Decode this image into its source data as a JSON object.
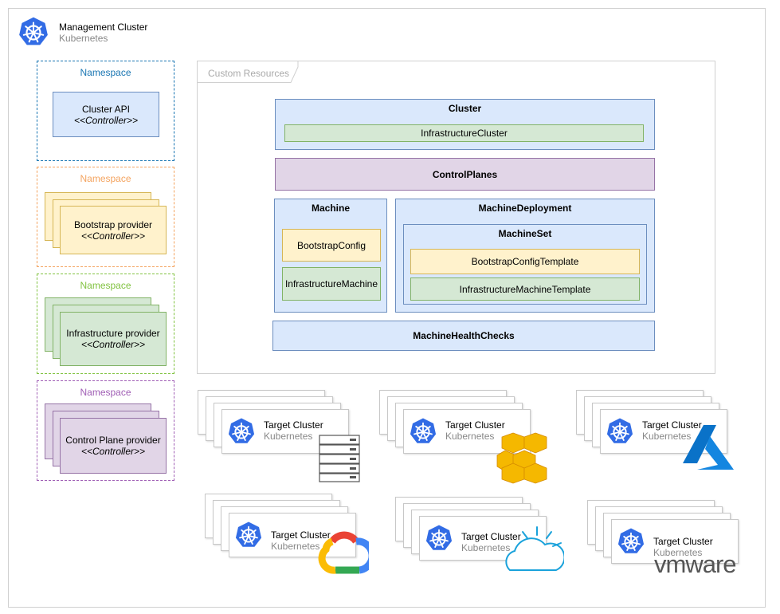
{
  "management": {
    "title": "Management Cluster",
    "subtitle": "Kubernetes"
  },
  "namespaces": [
    {
      "label": "Namespace",
      "name": "Cluster API",
      "role": "<<Controller>>",
      "color": "#1a76b3"
    },
    {
      "label": "Namespace",
      "name": "Bootstrap provider",
      "role": "<<Controller>>",
      "color": "#f4a460"
    },
    {
      "label": "Namespace",
      "name": "Infrastructure provider",
      "role": "<<Controller>>",
      "color": "#82c342"
    },
    {
      "label": "Namespace",
      "name": "Control Plane provider",
      "role": "<<Controller>>",
      "color": "#a05eb5"
    }
  ],
  "custom_resources": {
    "label": "Custom Resources",
    "cluster": {
      "title": "Cluster",
      "infra": "InfrastructureCluster"
    },
    "control_planes": "ControlPlanes",
    "machine": {
      "title": "Machine",
      "bootstrap": "BootstrapConfig",
      "infra": "InfrastructureMachine"
    },
    "machine_deployment": {
      "title": "MachineDeployment",
      "machine_set": "MachineSet",
      "bootstrap_template": "BootstrapConfigTemplate",
      "infra_template": "InfrastructureMachineTemplate"
    },
    "health_checks": "MachineHealthChecks"
  },
  "targets": [
    {
      "title": "Target Cluster",
      "subtitle": "Kubernetes",
      "provider_icon": "server-rack-icon"
    },
    {
      "title": "Target Cluster",
      "subtitle": "Kubernetes",
      "provider_icon": "aws-icon"
    },
    {
      "title": "Target Cluster",
      "subtitle": "Kubernetes",
      "provider_icon": "azure-icon"
    },
    {
      "title": "Target Cluster",
      "subtitle": "Kubernetes",
      "provider_icon": "google-cloud-icon"
    },
    {
      "title": "Target Cluster",
      "subtitle": "Kubernetes",
      "provider_icon": "ibm-cloud-icon"
    },
    {
      "title": "Target Cluster",
      "subtitle": "Kubernetes",
      "provider_icon": "vmware-logo",
      "logo_text": "vmware"
    }
  ],
  "colors": {
    "k8s_blue": "#326ce5"
  }
}
